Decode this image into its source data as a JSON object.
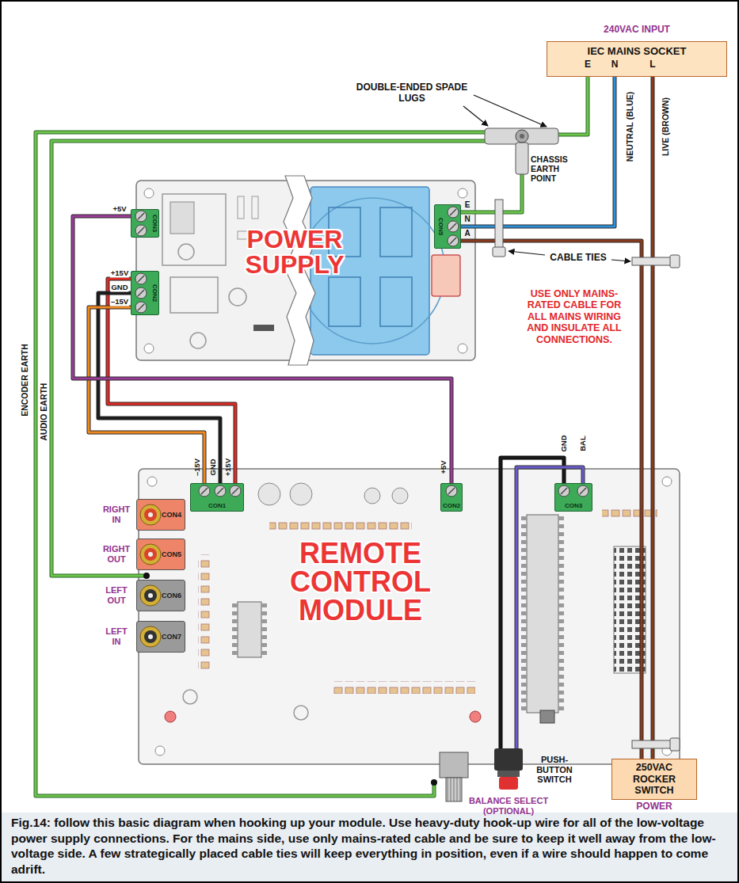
{
  "diagram": {
    "caption": "Fig.14: follow this basic diagram when hooking up your module. Use heavy-duty hook-up wire for all of the low-voltage power supply connections. For the mains side, use only mains-rated cable and be sure to keep it well away from the low-voltage side. A few strategically placed cable ties will keep everything in position, even if a wire should happen to come adrift.",
    "nodes": [
      {
        "text": [
          "240VAC INPUT",
          "IEC MAINS SOCKET"
        ]
      },
      {
        "text": [
          "POWER SUPPLY"
        ]
      },
      {
        "text": [
          "CON3"
        ],
        "in": 1
      },
      {
        "text": [
          "CON2"
        ],
        "in": 1
      },
      {
        "text": [
          "CON5"
        ],
        "in": 1
      },
      {
        "text": [
          "REMOTE CONTROL MODULE"
        ]
      },
      {
        "text": [
          "CON1"
        ],
        "in": 5
      },
      {
        "text": [
          "CON2"
        ],
        "in": 5
      },
      {
        "text": [
          "CON3"
        ],
        "in": 5
      },
      {
        "text": [
          "RIGHT IN",
          "CON4"
        ],
        "in": 5
      },
      {
        "text": [
          "RIGHT OUT",
          "CON5"
        ],
        "in": 5
      },
      {
        "text": [
          "LEFT OUT",
          "CON6"
        ],
        "in": 5
      },
      {
        "text": [
          "LEFT IN",
          "CON7"
        ],
        "in": 5
      },
      {
        "text": [
          "250VAC ROCKER SWITCH",
          "POWER"
        ]
      }
    ],
    "edges": [
      {
        "from": 0,
        "to": 4,
        "arrow": "none"
      },
      {
        "from": 0,
        "to": 13,
        "arrow": "none"
      },
      {
        "from": 13,
        "to": 4,
        "arrow": "none"
      },
      {
        "from": 3,
        "to": 6,
        "arrow": "none"
      },
      {
        "from": 3,
        "to": 6,
        "arrow": "none"
      },
      {
        "from": 3,
        "to": 6,
        "arrow": "none"
      },
      {
        "from": 2,
        "to": 7,
        "arrow": "none"
      }
    ],
    "labels": [
      "E",
      "N",
      "L",
      "DOUBLE-ENDED SPADE LUGS",
      "CHASSIS EARTH POINT",
      "NEUTRAL (BLUE)",
      "LIVE (BROWN)",
      "E",
      "N",
      "A",
      "CABLE TIES",
      "USE ONLY MAINS-RATED CABLE FOR ALL MAINS WIRING AND INSULATE ALL CONNECTIONS.",
      "+5V",
      "+15V",
      "GND",
      "–15V",
      "ENCODER EARTH",
      "AUDIO EARTH",
      "–15V",
      "GND",
      "+15V",
      "+5V",
      "GND",
      "BAL",
      "PUSH-BUTTON SWITCH",
      "BALANCE SELECT (OPTIONAL)"
    ]
  }
}
